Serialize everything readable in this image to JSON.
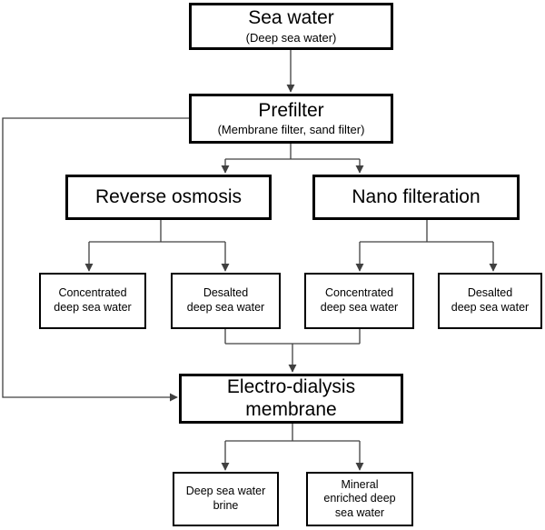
{
  "nodes": {
    "sea_water": {
      "title": "Sea water",
      "subtitle": "(Deep sea water)"
    },
    "prefilter": {
      "title": "Prefilter",
      "subtitle": "(Membrane filter, sand filter)"
    },
    "reverse_osmosis": {
      "title": "Reverse osmosis"
    },
    "nano_filteration": {
      "title": "Nano filteration"
    },
    "ro_concentrated": {
      "line1": "Concentrated",
      "line2": "deep sea water"
    },
    "ro_desalted": {
      "line1": "Desalted",
      "line2": "deep sea water"
    },
    "nf_concentrated": {
      "line1": "Concentrated",
      "line2": "deep sea water"
    },
    "nf_desalted": {
      "line1": "Desalted",
      "line2": "deep sea water"
    },
    "electro_dialysis": {
      "line1": "Electro-dialysis",
      "line2": "membrane"
    },
    "brine": {
      "line1": "Deep sea water",
      "line2": "brine"
    },
    "mineral_enriched": {
      "line1": "Mineral",
      "line2": "enriched deep",
      "line3": "sea water"
    }
  },
  "colors": {
    "stroke": "#000000",
    "connector": "#404040",
    "background": "#ffffff"
  }
}
